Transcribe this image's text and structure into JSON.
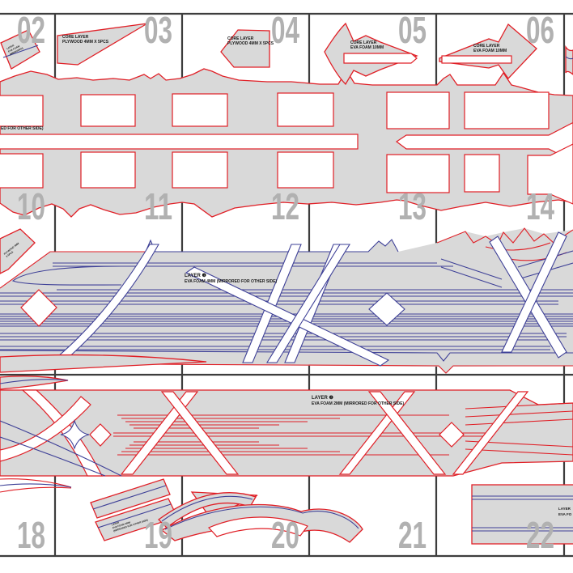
{
  "document": {
    "type": "tiled-pattern-sheet",
    "tiles": {
      "row1": [
        "02",
        "03",
        "04",
        "05",
        "06"
      ],
      "row2": [
        "10",
        "11",
        "12",
        "13",
        "14"
      ],
      "row3": [
        "18",
        "19",
        "20",
        "21",
        "22"
      ]
    },
    "labels": {
      "core_plywood": {
        "line1": "CORE LAYER",
        "line2": "PLYWOOD 4MM X 5PCS"
      },
      "core_eva": {
        "line1": "CORE LAYER",
        "line2": "EVA FOAM 10MM"
      },
      "layer1": {
        "line1": "LAYER ❶",
        "line2": "EVA FOAM 4MM (MIRRORED FOR OTHER SIDE)"
      },
      "layer2": {
        "line1": "LAYER ❷",
        "line2": "EVA FOAM 2MM (MIRRORED FOR OTHER SIDE)"
      },
      "edge_partial_row1": "ED FOR OTHER SIDE)",
      "edge_partial_bottom_right": {
        "line1": "LAYER",
        "line2": "EVA FO"
      },
      "tiny_top_left": {
        "line1": "LAYER",
        "line2": "EVA FOAM",
        "line3": "(MIRRORED)"
      },
      "tiny_row2_left": {
        "line1": "PLYWOOD 4MM",
        "line2": "X 5PCS"
      },
      "tiny_bottom_strip": {
        "line1": "LAYER",
        "line2": "EVA FOAM 2MM",
        "line3": "(MIRRORED FOR OTHER SIDE)"
      }
    },
    "colors": {
      "outline_red": "#e01f26",
      "outline_blue": "#3e4097",
      "piece_fill": "#d9d9d9",
      "grid_line": "#3d3d3d",
      "page_number": "#b1b1b1"
    }
  }
}
